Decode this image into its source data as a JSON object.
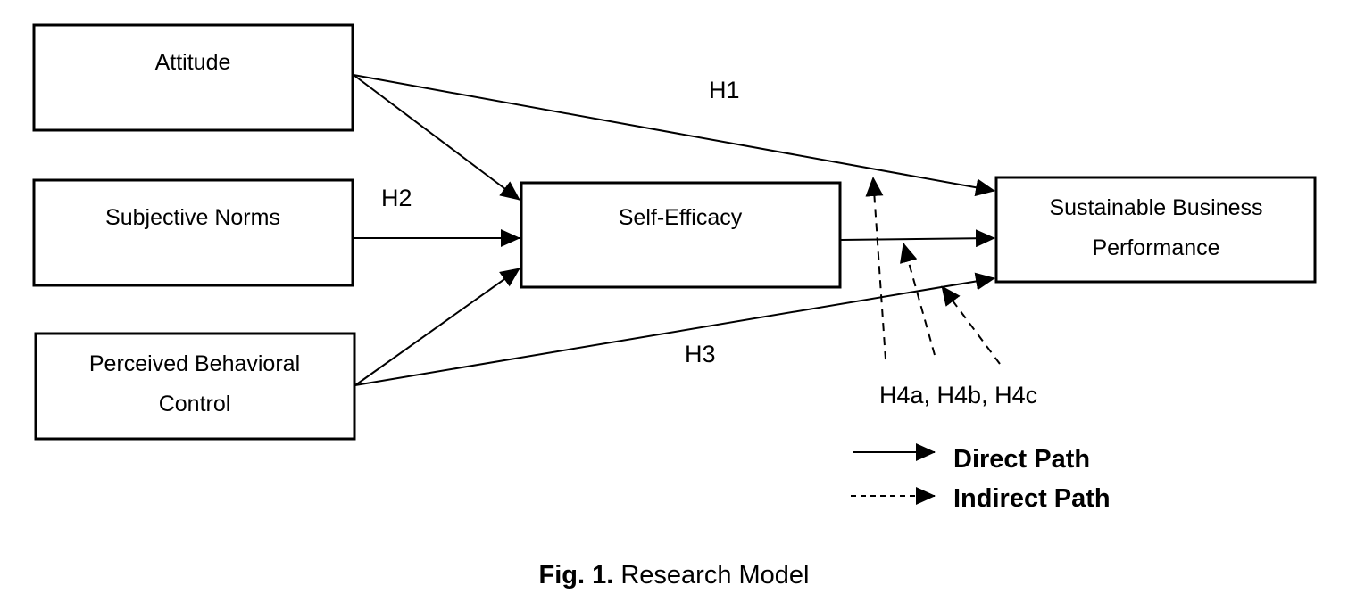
{
  "nodes": {
    "attitude": {
      "lines": [
        "Attitude"
      ]
    },
    "subjective_norms": {
      "lines": [
        "Subjective Norms"
      ]
    },
    "pbc": {
      "lines": [
        "Perceived Behavioral",
        "Control"
      ]
    },
    "self_efficacy": {
      "lines": [
        "Self-Efficacy"
      ]
    },
    "sbp": {
      "lines": [
        "Sustainable Business",
        "Performance"
      ]
    }
  },
  "hypotheses": {
    "h1": "H1",
    "h2": "H2",
    "h3": "H3",
    "h4": "H4a, H4b, H4c"
  },
  "edges": [
    {
      "from": "Attitude",
      "to": "Sustainable Business Performance",
      "type": "direct",
      "label": "H1"
    },
    {
      "from": "Attitude",
      "to": "Self-Efficacy",
      "type": "direct"
    },
    {
      "from": "Subjective Norms",
      "to": "Self-Efficacy",
      "type": "direct",
      "label": "H2"
    },
    {
      "from": "Perceived Behavioral Control",
      "to": "Self-Efficacy",
      "type": "direct"
    },
    {
      "from": "Perceived Behavioral Control",
      "to": "Sustainable Business Performance",
      "type": "direct",
      "label": "H3"
    },
    {
      "from": "Self-Efficacy",
      "to": "Sustainable Business Performance",
      "type": "direct"
    },
    {
      "from": "H4a",
      "to": "Attitude → SBP path",
      "type": "indirect"
    },
    {
      "from": "H4b",
      "to": "Self-Efficacy → SBP path",
      "type": "indirect"
    },
    {
      "from": "H4c",
      "to": "PBC → SBP path",
      "type": "indirect"
    }
  ],
  "legend": {
    "direct": "Direct Path",
    "indirect": "Indirect Path"
  },
  "caption": {
    "prefix": "Fig. 1.",
    "title": " Research Model"
  }
}
